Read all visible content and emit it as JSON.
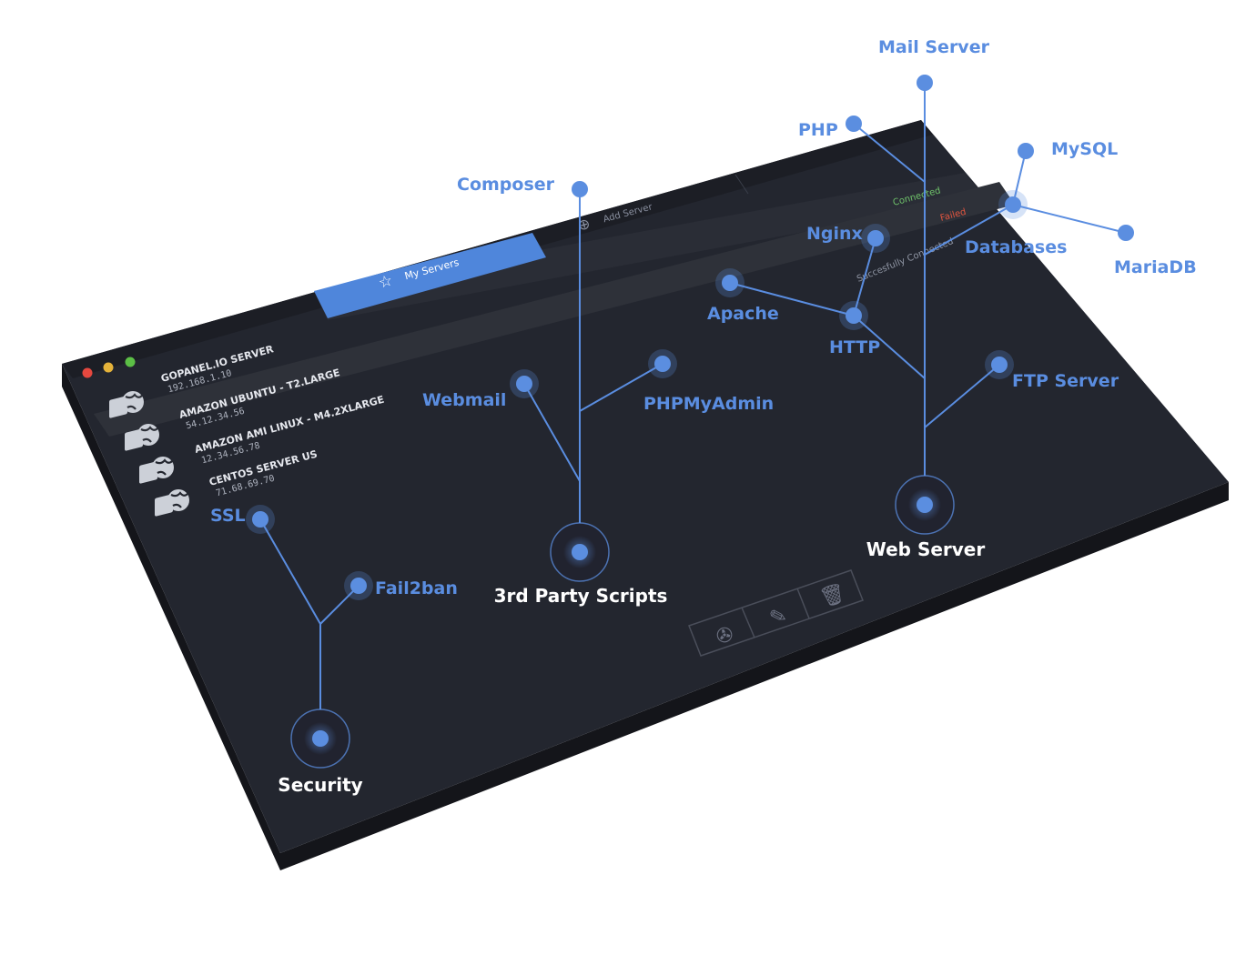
{
  "servers": [
    {
      "name": "GOPANEL.IO SERVER",
      "ip": "192.168.1.10"
    },
    {
      "name": "AMAZON UBUNTU - T2.LARGE",
      "ip": "54.12.34.56"
    },
    {
      "name": "AMAZON AMI LINUX - M4.2XLARGE",
      "ip": "12.34.56.78"
    },
    {
      "name": "CENTOS SERVER US",
      "ip": "71.68.69.70"
    }
  ],
  "tabs": {
    "my_servers": "My Servers",
    "add_server": "Add Server"
  },
  "status": {
    "connected": "Connected",
    "failed": "Failed",
    "message": "Succesfully Connected"
  },
  "hubs": {
    "security": "Security",
    "scripts": "3rd Party Scripts",
    "web": "Web Server"
  },
  "labels": {
    "ssl": "SSL",
    "fail2ban": "Fail2ban",
    "webmail": "Webmail",
    "phpmyadmin": "PHPMyAdmin",
    "composer": "Composer",
    "apache": "Apache",
    "nginx": "Nginx",
    "http": "HTTP",
    "php": "PHP",
    "mail_server": "Mail Server",
    "mysql": "MySQL",
    "databases": "Databases",
    "mariadb": "MariaDB",
    "ftp_server": "FTP Server"
  },
  "colors": {
    "panel": "#23262f",
    "panel_edge": "#14151a",
    "tab_active": "#4f86db",
    "accent": "#5b8ee0",
    "connected": "#6fc26a",
    "failed": "#e2553f",
    "close_dot": "#e5483f",
    "min_dot": "#e4b23a",
    "max_dot": "#5cbf46"
  },
  "icons": [
    "server-globe-icon",
    "star-icon",
    "plus-circle-icon",
    "plugin-icon",
    "pencil-icon",
    "trash-icon"
  ]
}
